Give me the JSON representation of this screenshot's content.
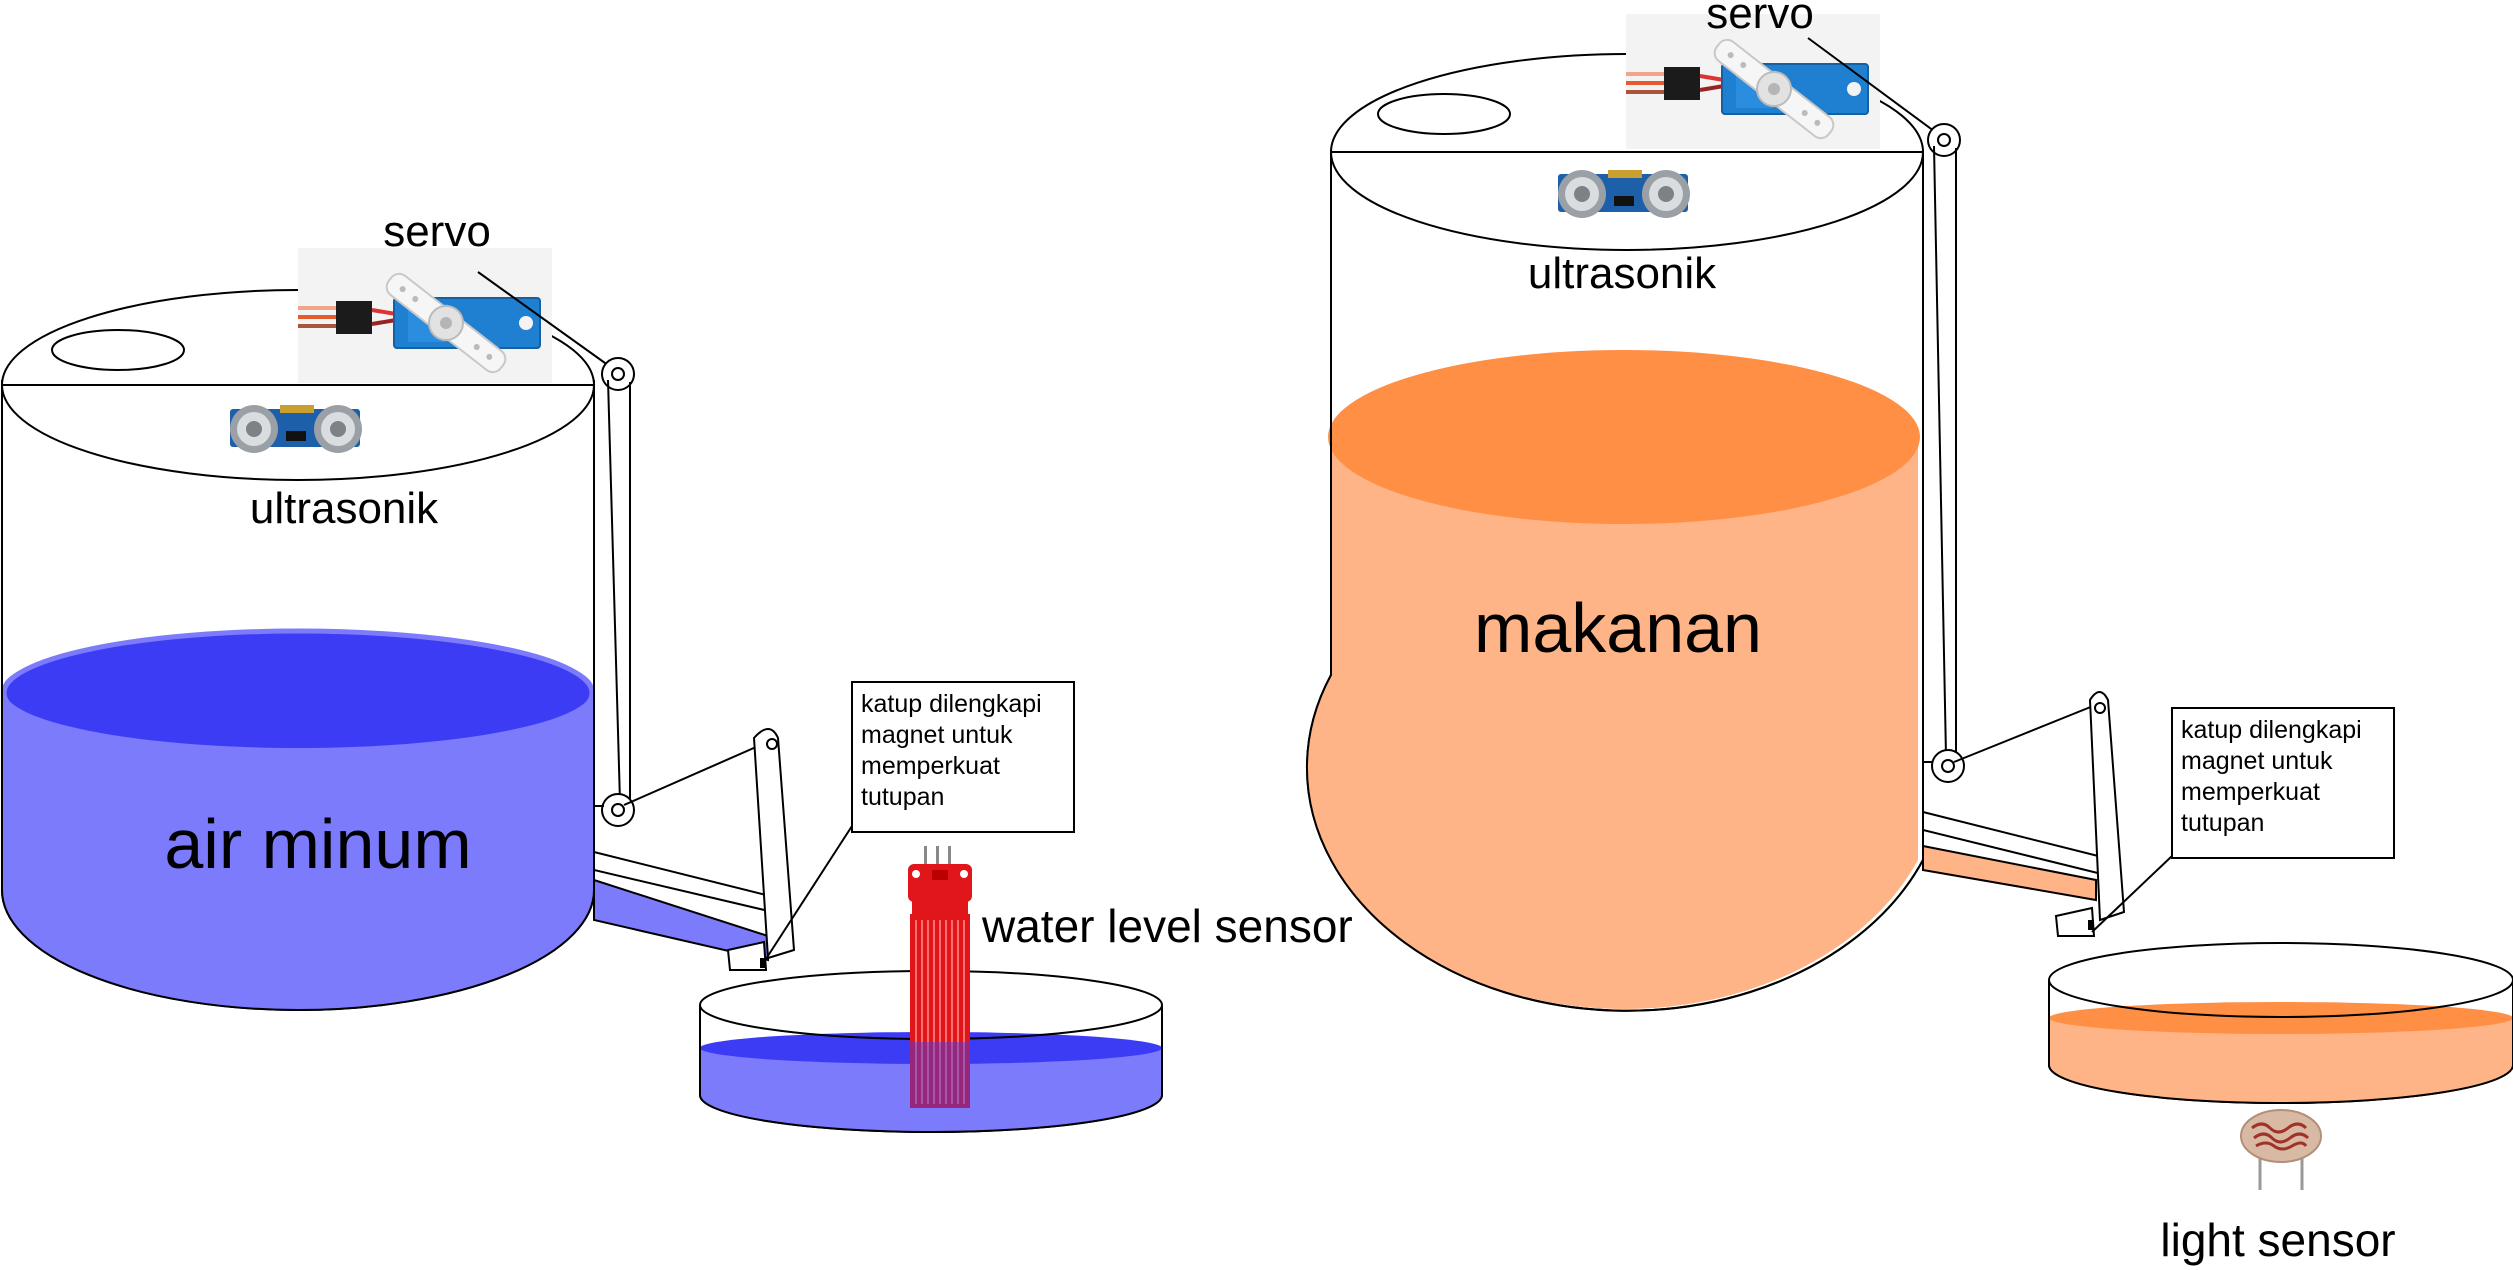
{
  "left_system": {
    "servo_label": "servo",
    "ultrasonic_label": "ultrasonik",
    "tank_label": "air minum",
    "valve_note": [
      "katup dilengkapi",
      "magnet untuk",
      "memperkuat",
      "tutupan"
    ],
    "sensor_label": "water level sensor"
  },
  "right_system": {
    "servo_label": "servo",
    "ultrasonic_label": "ultrasonik",
    "tank_label": "makanan",
    "valve_note": [
      "katup dilengkapi",
      "magnet untuk",
      "memperkuat",
      "tutupan"
    ],
    "sensor_label": "light sensor"
  },
  "colors": {
    "water_light": "#7b7bfb",
    "water_dark": "#3c3cf5",
    "food_light": "#feb487",
    "food_dark": "#fe8f45",
    "servo_blue": "#1f7fd1",
    "sensor_red": "#e0161b",
    "outline": "#000000"
  },
  "icons": [
    "servo-motor-icon",
    "ultrasonic-sensor-icon",
    "water-level-sensor-icon",
    "light-dependent-resistor-icon"
  ]
}
